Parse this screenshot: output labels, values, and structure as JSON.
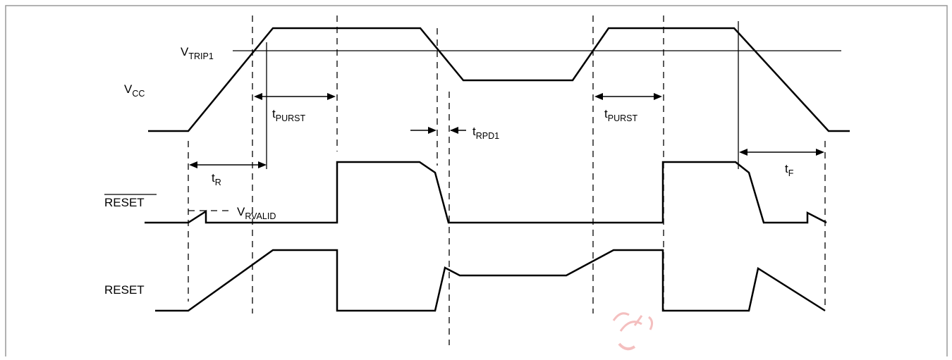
{
  "signals": {
    "vcc": {
      "label": "V",
      "sub": "CC"
    },
    "reset_bar": {
      "label": "RESET"
    },
    "reset": {
      "label": "RESET"
    }
  },
  "levels": {
    "vtrip1": {
      "label": "V",
      "sub": "TRIP1"
    },
    "vrvalid": {
      "label": "V",
      "sub": "RVALID"
    }
  },
  "timings": {
    "tpurst_1": {
      "label": "t",
      "sub": "PURST"
    },
    "tpurst_2": {
      "label": "t",
      "sub": "PURST"
    },
    "tr": {
      "label": "t",
      "sub": "R"
    },
    "trpd1": {
      "label": "t",
      "sub": "RPD1"
    },
    "tf": {
      "label": "t",
      "sub": "F"
    }
  },
  "colors": {
    "stroke": "#000000",
    "frame": "#999999",
    "stamp": "#e24a4a"
  }
}
